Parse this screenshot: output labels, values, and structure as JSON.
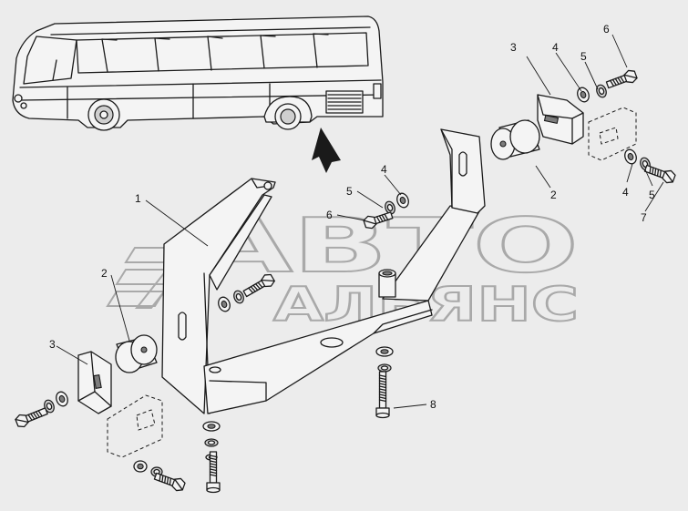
{
  "watermark": {
    "line1": "АВТО",
    "line2": "АЛЬЯНС"
  },
  "callouts": {
    "c1": "1",
    "c2_left": "2",
    "c2_right": "2",
    "c3_left": "3",
    "c3_right": "3",
    "c4_top": "4",
    "c4_mid": "4",
    "c4_right": "4",
    "c5_top": "5",
    "c5_mid": "5",
    "c5_right": "5",
    "c6_top": "6",
    "c6_mid": "6",
    "c7": "7",
    "c8": "8"
  }
}
